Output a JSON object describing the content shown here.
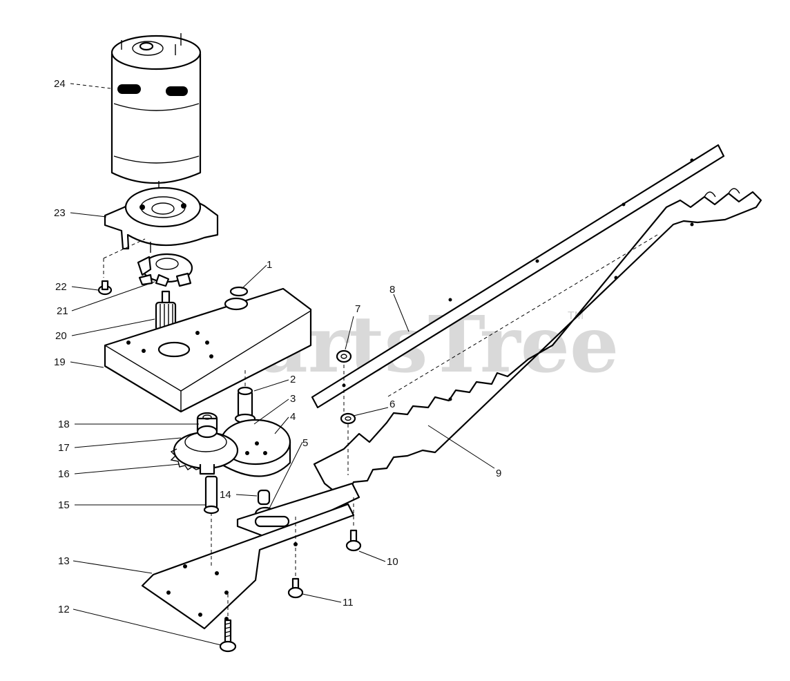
{
  "watermark": {
    "text": "PartsTree",
    "trademark": "TM"
  },
  "callouts": [
    {
      "id": "1",
      "text": "1"
    },
    {
      "id": "2",
      "text": "2"
    },
    {
      "id": "3",
      "text": "3"
    },
    {
      "id": "4",
      "text": "4"
    },
    {
      "id": "5",
      "text": "5"
    },
    {
      "id": "6",
      "text": "6"
    },
    {
      "id": "7",
      "text": "7"
    },
    {
      "id": "8",
      "text": "8"
    },
    {
      "id": "9",
      "text": "9"
    },
    {
      "id": "10",
      "text": "10"
    },
    {
      "id": "11",
      "text": "11"
    },
    {
      "id": "12",
      "text": "12"
    },
    {
      "id": "13",
      "text": "13"
    },
    {
      "id": "14",
      "text": "14"
    },
    {
      "id": "15",
      "text": "15"
    },
    {
      "id": "16",
      "text": "16"
    },
    {
      "id": "17",
      "text": "17"
    },
    {
      "id": "18",
      "text": "18"
    },
    {
      "id": "19",
      "text": "19"
    },
    {
      "id": "20",
      "text": "20"
    },
    {
      "id": "21",
      "text": "21"
    },
    {
      "id": "22",
      "text": "22"
    },
    {
      "id": "23",
      "text": "23"
    },
    {
      "id": "24",
      "text": "24"
    }
  ]
}
